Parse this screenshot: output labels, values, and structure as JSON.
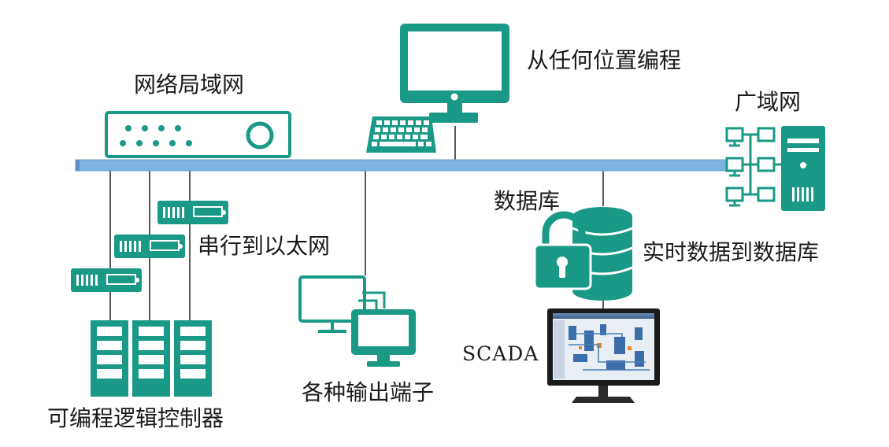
{
  "colors": {
    "teal": "#1a9a86",
    "bus": "#7fb3df",
    "line": "#5a5a5a",
    "text": "#1a1a1a"
  },
  "labels": {
    "lan": "网络局域网",
    "remote_programming": "从任何位置编程",
    "wan": "广域网",
    "database": "数据库",
    "serial_to_ethernet": "串行到以太网",
    "realtime_data_to_db": "实时数据到数据库",
    "scada": "SCADA",
    "output_terminals": "各种输出端子",
    "plc": "可编程逻辑控制器"
  },
  "icons": {
    "lan_switch": "network-switch-icon",
    "workstation": "desktop-computer-icon",
    "keyboard": "keyboard-icon",
    "wan_server": "server-tower-icon",
    "serial_converter": "serial-converter-icon",
    "terminals": "dual-monitor-icon",
    "database": "database-cylinder-icon",
    "lock": "padlock-icon",
    "scada_monitor": "scada-monitor-icon",
    "plc": "plc-cabinet-icon"
  }
}
